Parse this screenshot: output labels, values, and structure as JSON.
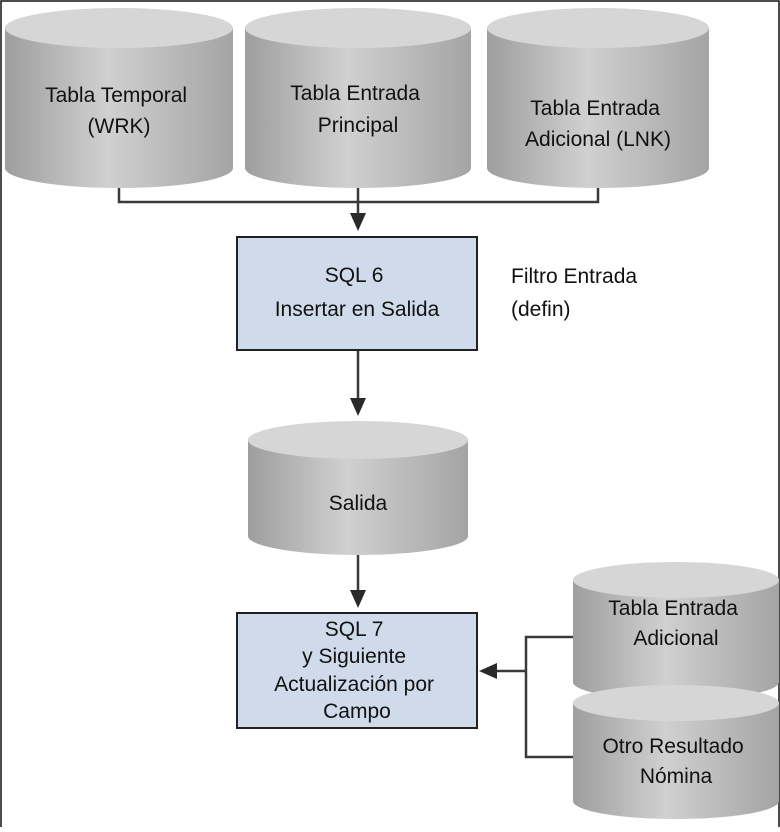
{
  "diagram": {
    "cylinders": {
      "tabla_temporal": [
        "Tabla Temporal",
        "(WRK)"
      ],
      "tabla_entrada_principal": [
        "Tabla Entrada",
        "Principal"
      ],
      "tabla_entrada_adicional_lnk": [
        "Tabla Entrada",
        "Adicional (LNK)"
      ],
      "salida": [
        "Salida"
      ],
      "tabla_entrada_adicional": [
        "Tabla Entrada",
        "Adicional"
      ],
      "otro_resultado_nomina": [
        "Otro Resultado",
        "Nómina"
      ]
    },
    "boxes": {
      "sql6": [
        "SQL 6",
        "Insertar en Salida"
      ],
      "sql7": [
        "SQL 7",
        "y Siguiente",
        "Actualización por",
        "Campo"
      ]
    },
    "annotation": [
      "Filtro Entrada",
      "(defin)"
    ]
  }
}
